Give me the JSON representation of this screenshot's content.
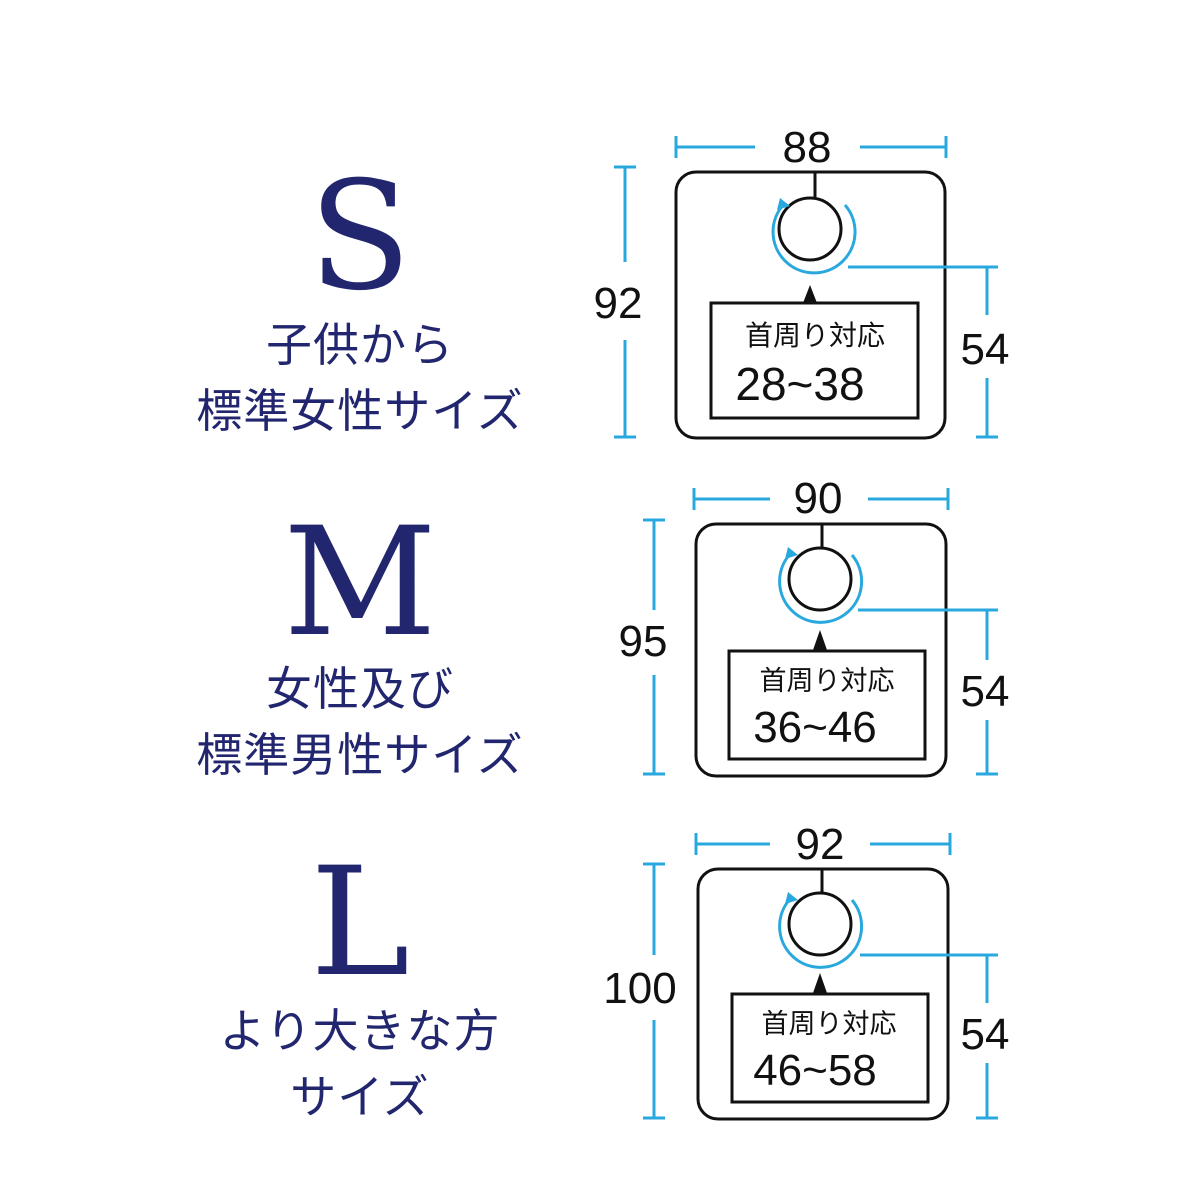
{
  "colors": {
    "size_text": "#22266e",
    "dimension_line": "#29a8de",
    "outline": "#111111"
  },
  "sizes": [
    {
      "letter": "S",
      "desc_line1": "子供から",
      "desc_line2": "標準女性サイズ",
      "width": "88",
      "height": "92",
      "depth": "54",
      "neck_label": "首周り対応",
      "neck_range": "28~38"
    },
    {
      "letter": "M",
      "desc_line1": "女性及び",
      "desc_line2": "標準男性サイズ",
      "width": "90",
      "height": "95",
      "depth": "54",
      "neck_label": "首周り対応",
      "neck_range": "36~46"
    },
    {
      "letter": "L",
      "desc_line1": "より大きな方",
      "desc_line2": "サイズ",
      "width": "92",
      "height": "100",
      "depth": "54",
      "neck_label": "首周り対応",
      "neck_range": "46~58"
    }
  ]
}
